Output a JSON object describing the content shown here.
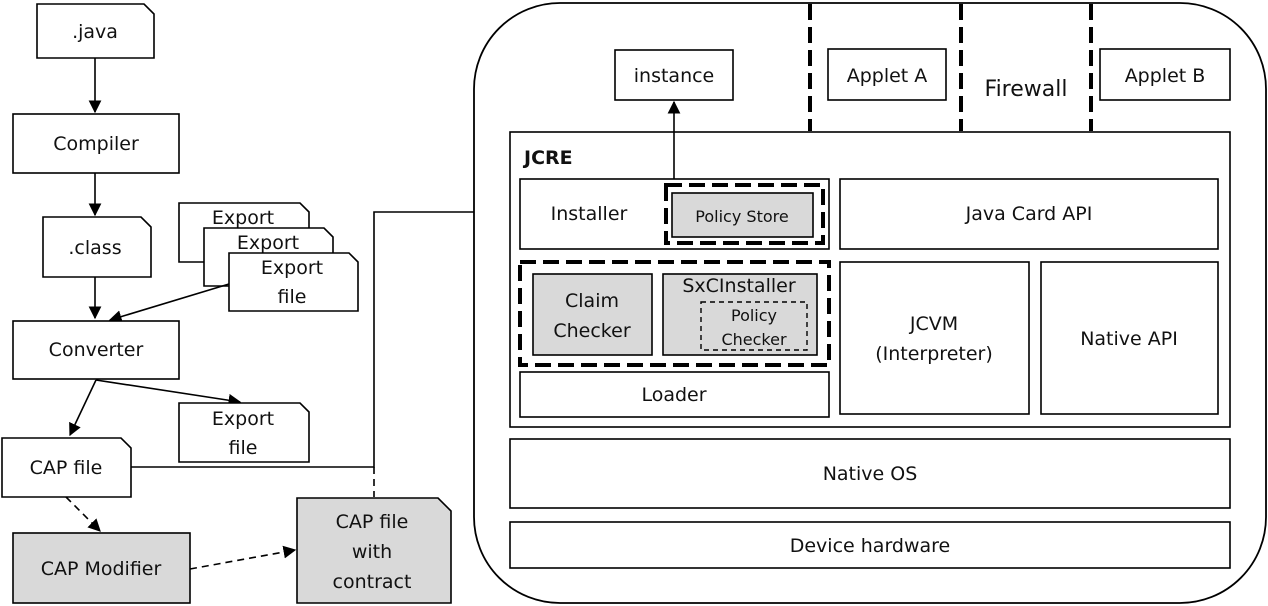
{
  "left": {
    "java": ".java",
    "compiler": "Compiler",
    "class": ".class",
    "export_stack": [
      "Export",
      "Export",
      "Export",
      "file"
    ],
    "converter": "Converter",
    "export_out": [
      "Export",
      "file"
    ],
    "cap": "CAP file",
    "cap_modifier": "CAP Modifier",
    "cap_contract": [
      "CAP file",
      "with",
      "contract"
    ]
  },
  "device": {
    "instance": "instance",
    "applet_a": "Applet A",
    "firewall": "Firewall",
    "applet_b": "Applet B",
    "jcre": "JCRE",
    "installer": "Installer",
    "policy_store": "Policy Store",
    "java_card_api": "Java Card API",
    "claim_checker": [
      "Claim",
      "Checker"
    ],
    "sxc_installer": "SxCInstaller",
    "policy_checker": [
      "Policy",
      "Checker"
    ],
    "jcvm": [
      "JCVM",
      "(Interpreter)"
    ],
    "native_api": "Native API",
    "loader": "Loader",
    "native_os": "Native OS",
    "device_hardware": "Device hardware"
  }
}
